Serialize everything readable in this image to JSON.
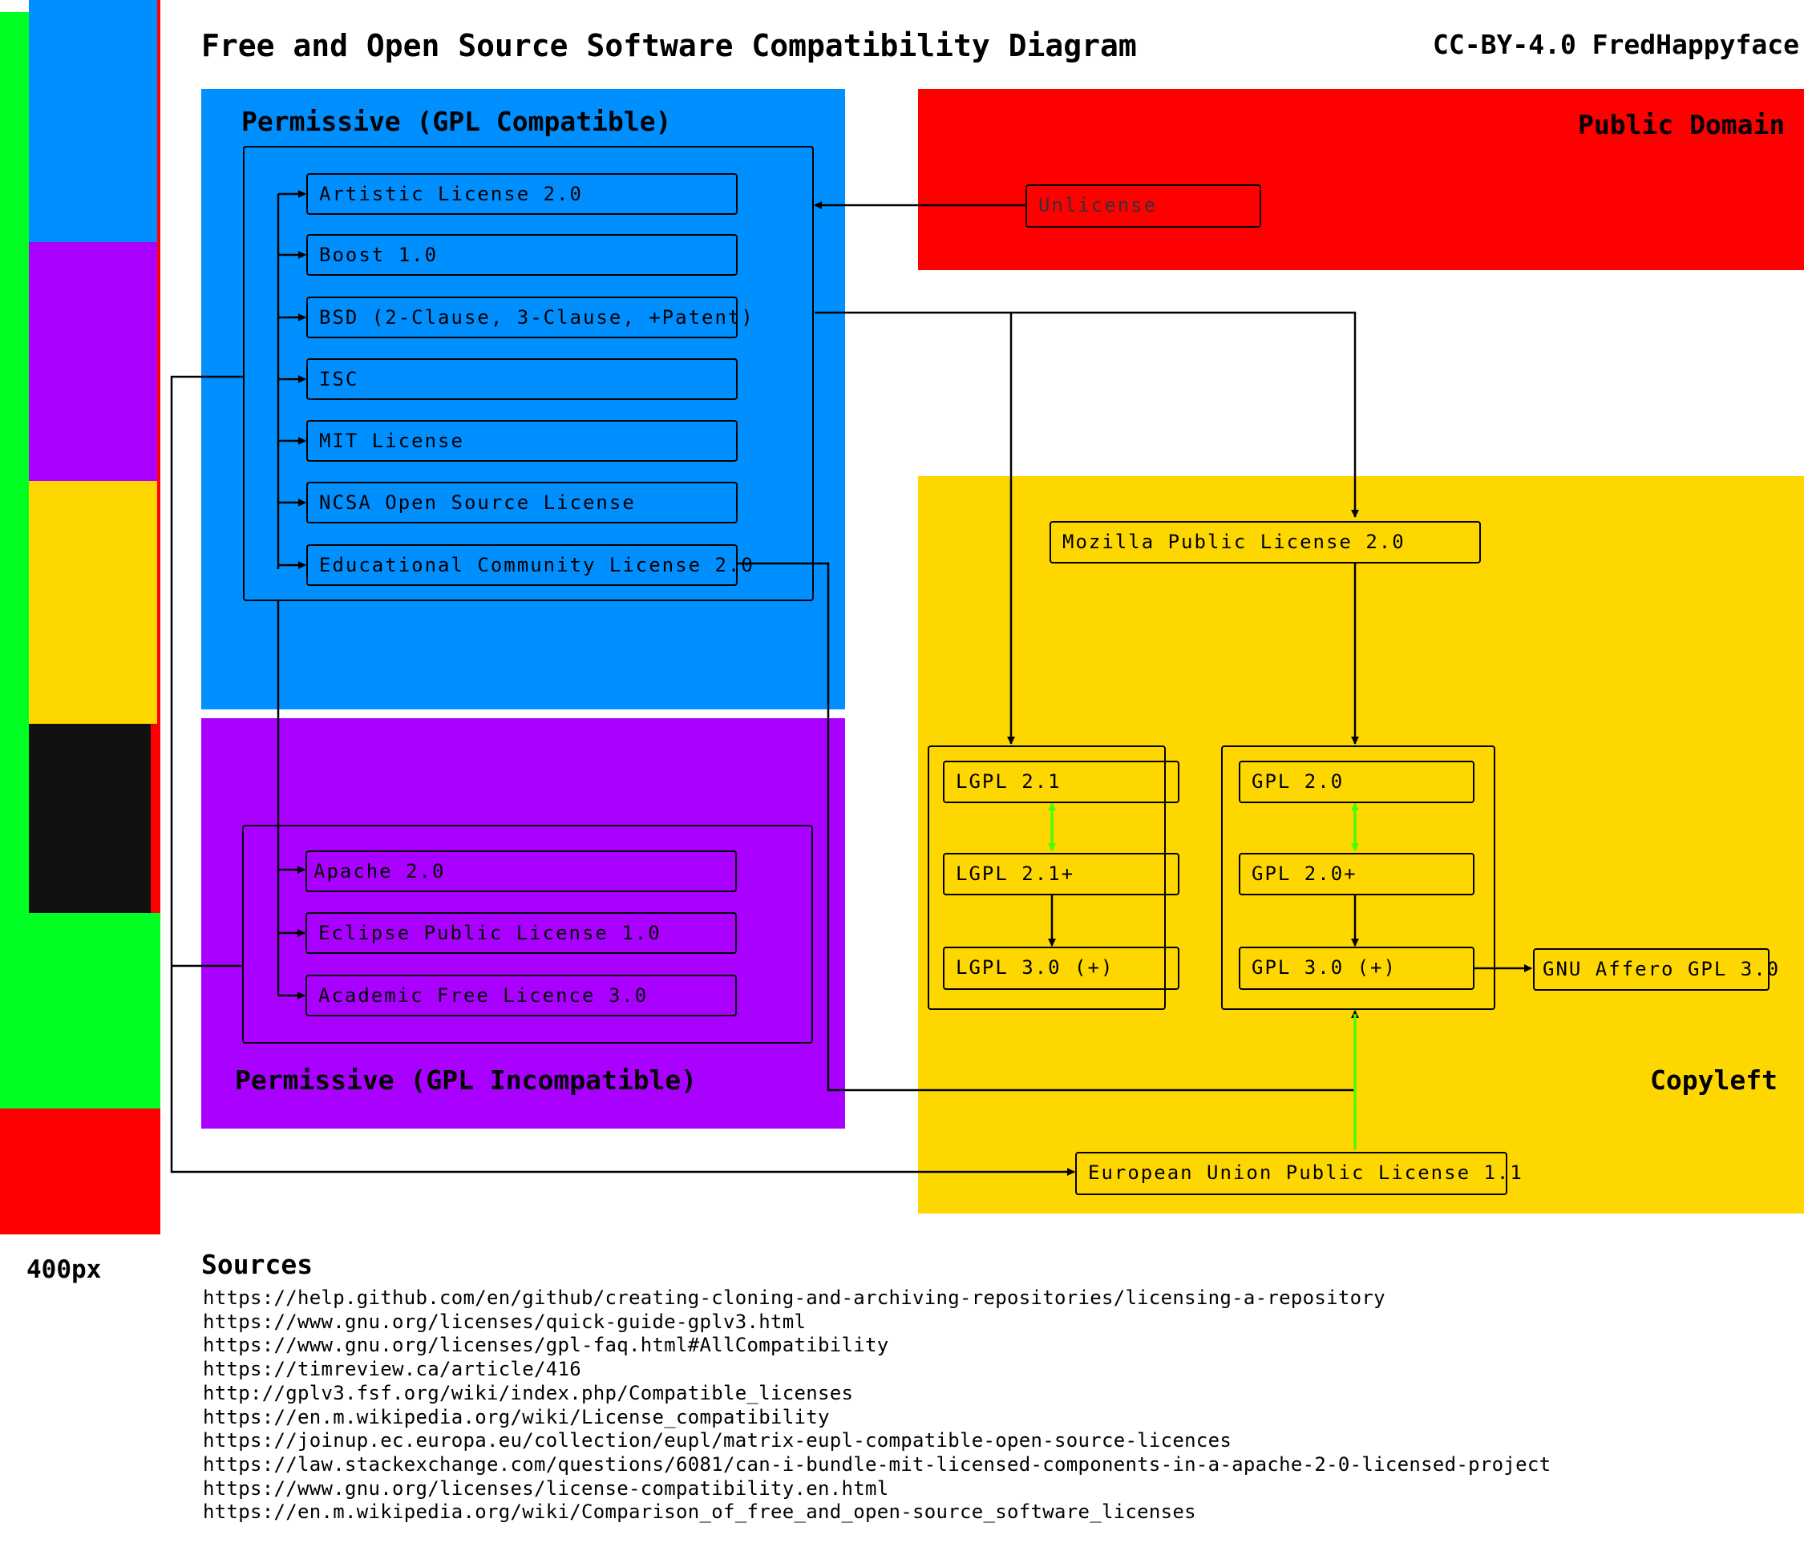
{
  "header": {
    "title": "Free and Open Source Software Compatibility Diagram",
    "attribution": "CC-BY-4.0 FredHappyface"
  },
  "legend": {
    "size_label": "400px",
    "colors": {
      "permissive_compatible": "#008fff",
      "permissive_incompatible": "#aa00ff",
      "copyleft": "#ffd700",
      "proprietary": "#111111",
      "other": "#00ff22",
      "public_domain": "#ff0000"
    }
  },
  "regions": {
    "permissive_compatible": "Permissive (GPL Compatible)",
    "permissive_incompatible": "Permissive (GPL Incompatible)",
    "public_domain": "Public Domain",
    "copyleft": "Copyleft"
  },
  "licenses": {
    "artistic": "Artistic License 2.0",
    "boost": "Boost 1.0",
    "bsd": "BSD (2-Clause, 3-Clause, +Patent)",
    "isc": "ISC",
    "mit": "MIT License",
    "ncsa": "NCSA Open Source License",
    "ecl": "Educational Community License 2.0",
    "apache": "Apache 2.0",
    "epl": "Eclipse Public License 1.0",
    "afl": "Academic Free Licence 3.0",
    "unlicense": "Unlicense",
    "mpl": "Mozilla Public License 2.0",
    "lgpl21": "LGPL 2.1",
    "lgpl21plus": "LGPL 2.1+",
    "lgpl30": "LGPL 3.0 (+)",
    "gpl20": "GPL 2.0",
    "gpl20plus": "GPL 2.0+",
    "gpl30": "GPL 3.0 (+)",
    "agpl": "GNU Affero GPL 3.0",
    "eupl": "European Union Public License 1.1"
  },
  "sources": {
    "heading": "Sources",
    "urls": [
      "https://help.github.com/en/github/creating-cloning-and-archiving-repositories/licensing-a-repository",
      "https://www.gnu.org/licenses/quick-guide-gplv3.html",
      "https://www.gnu.org/licenses/gpl-faq.html#AllCompatibility",
      "https://timreview.ca/article/416",
      "http://gplv3.fsf.org/wiki/index.php/Compatible_licenses",
      "https://en.m.wikipedia.org/wiki/License_compatibility",
      "https://joinup.ec.europa.eu/collection/eupl/matrix-eupl-compatible-open-source-licences",
      "https://law.stackexchange.com/questions/6081/can-i-bundle-mit-licensed-components-in-a-apache-2-0-licensed-project",
      "https://www.gnu.org/licenses/license-compatibility.en.html",
      "https://en.m.wikipedia.org/wiki/Comparison_of_free_and_open-source_software_licenses"
    ]
  },
  "arrow_colors": {
    "default": "#000000",
    "bidirectional": "#44ff00"
  }
}
